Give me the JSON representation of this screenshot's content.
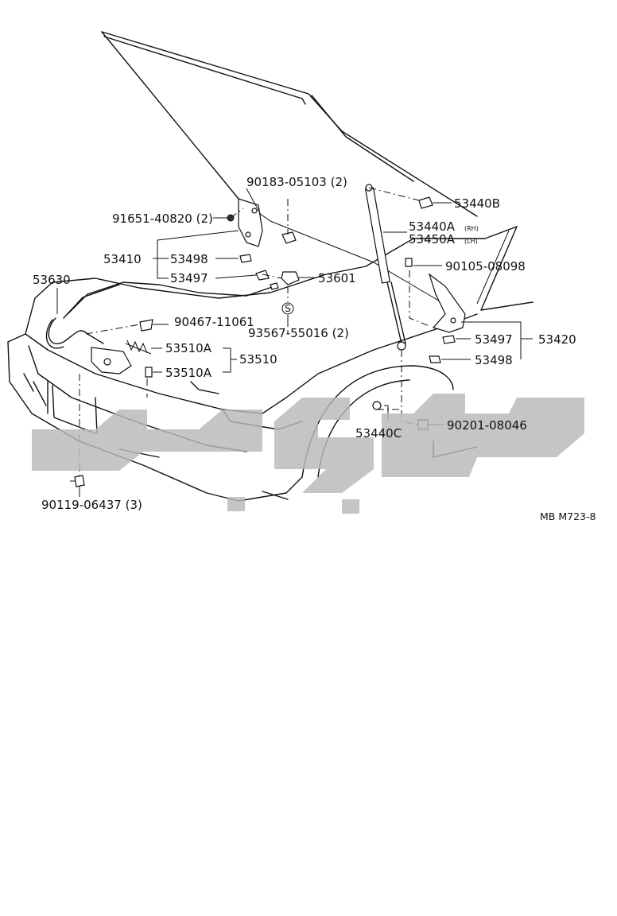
{
  "diagram": {
    "code": "MB M723-8",
    "watermark_name": "watermark-logo",
    "labels": {
      "p90183": "90183-05103 (2)",
      "p53440B": "53440B",
      "p91651": "91651-40820 (2)",
      "p53440A": "53440A",
      "p53440A_sub": "(RH)",
      "p53450A": "53450A",
      "p53450A_sub": "(LH)",
      "p53410": "53410",
      "p53498a": "53498",
      "p90105": "90105-08098",
      "p53630": "53630",
      "p53497a": "53497",
      "p53601": "53601",
      "p90467": "90467-11061",
      "p93567": "93567-55016 (2)",
      "p53497b": "53497",
      "p53420": "53420",
      "p53510A1": "53510A",
      "p53510": "53510",
      "p53498b": "53498",
      "p53510A2": "53510A",
      "p53440C": "53440C",
      "p90201": "90201-08046",
      "p90119": "90119-06437 (3)",
      "s_mark": "S"
    }
  }
}
